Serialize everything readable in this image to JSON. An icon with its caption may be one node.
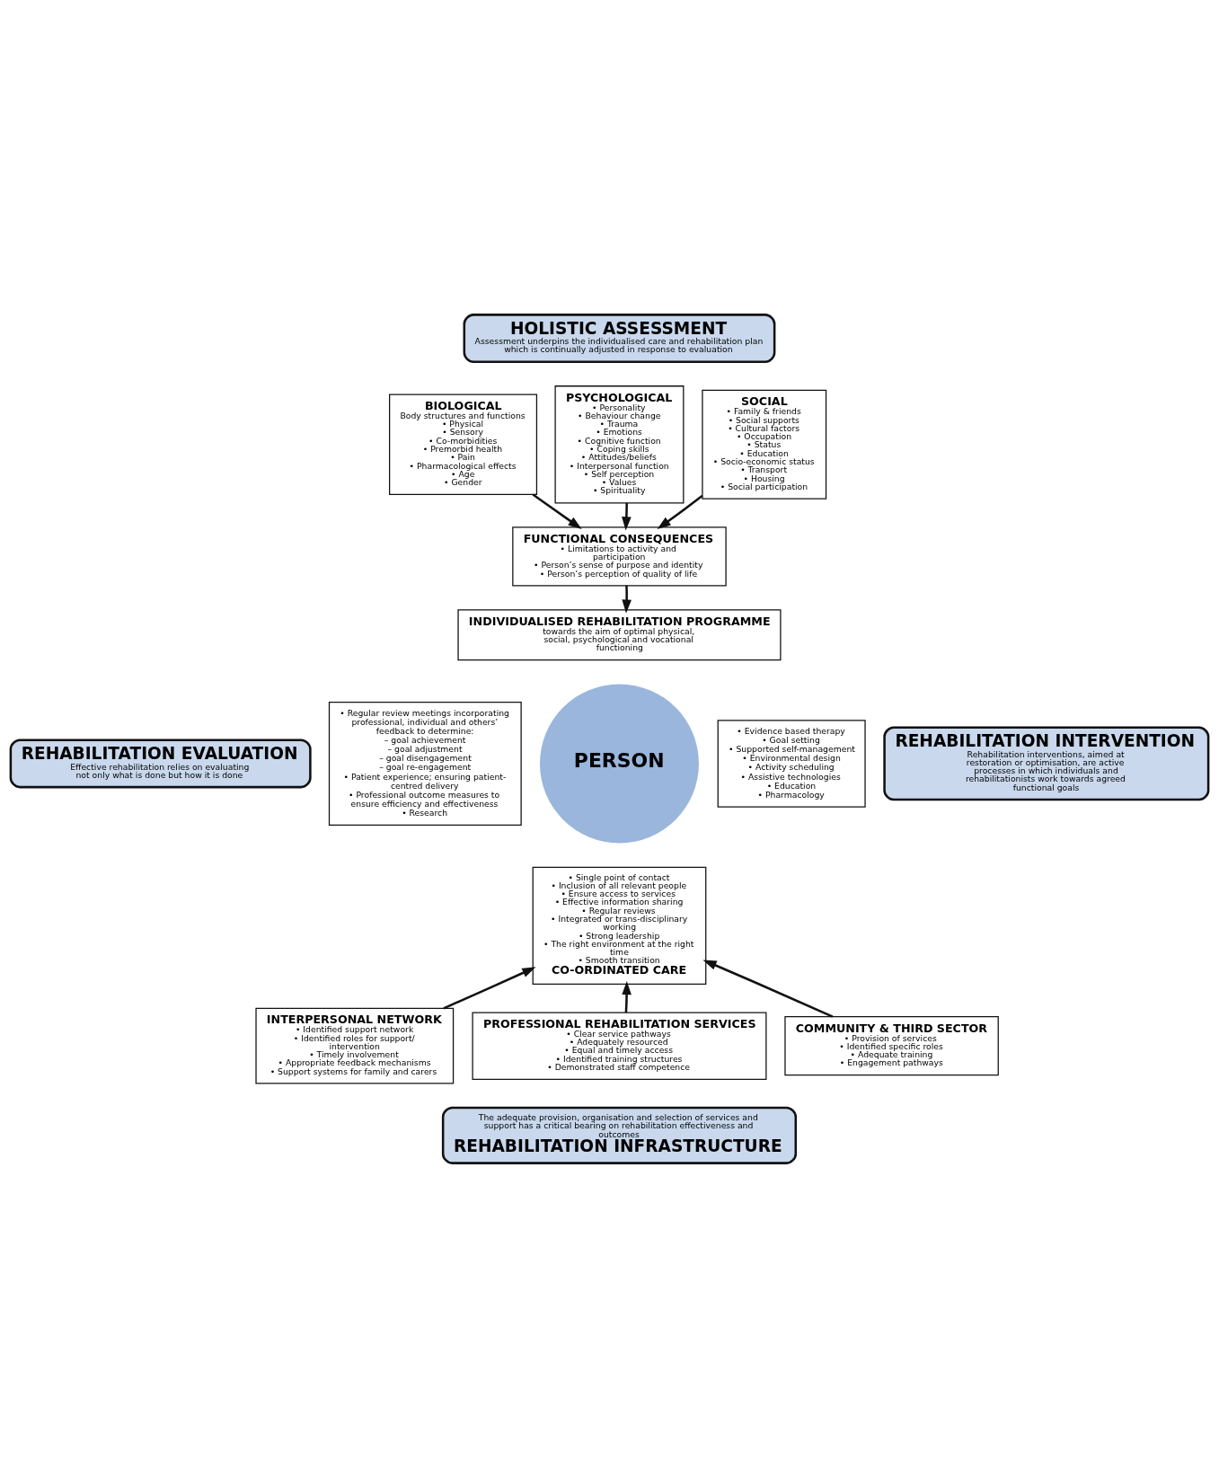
{
  "diagram": {
    "nodes": [
      {
        "text": [
          "HOLISTIC ASSESSMENT",
          "Assessment underpins the individualised care and rehabilitation plan which is continually adjusted in response to evaluation"
        ]
      },
      {
        "text": [
          "BIOLOGICAL",
          "Body structures and functions",
          "• Physical",
          "• Sensory",
          "• Co-morbidities",
          "• Premorbid health",
          "• Pain",
          "• Pharmacological effects",
          "• Age",
          "• Gender"
        ]
      },
      {
        "text": [
          "PSYCHOLOGICAL",
          "• Personality",
          "• Behaviour change",
          "• Trauma",
          "• Emotions",
          "• Cognitive function",
          "• Coping skills",
          "• Attitudes/beliefs",
          "• Interpersonal function",
          "• Self perception",
          "• Values",
          "• Spirituality"
        ]
      },
      {
        "text": [
          "SOCIAL",
          "• Family & friends",
          "• Social supports",
          "• Cultural factors",
          "• Occupation",
          "• Status",
          "• Education",
          "• Socio-economic status",
          "• Transport",
          "• Housing",
          "• Social participation"
        ]
      },
      {
        "text": [
          "FUNCTIONAL CONSEQUENCES",
          "• Limitations to activity and participation",
          "• Person’s sense of purpose and identity",
          "• Person’s perception of quality of life"
        ]
      },
      {
        "text": [
          "INDIVIDUALISED REHABILITATION PROGRAMME",
          "towards the aim of optimal physical, social, psychological and vocational functioning"
        ]
      },
      {
        "text": [
          "REHABILITATION EVALUATION",
          "Effective rehabilitation relies on evaluating not only what is done but how it is done"
        ]
      },
      {
        "text": [
          "• Regular review meetings incorporating professional, individual and others’ feedback to determine:",
          "– goal achievement",
          "– goal adjustment",
          "– goal disengagement",
          "– goal re-engagement",
          "• Patient experience; ensuring patient-centred delivery",
          "• Professional outcome measures to ensure efficiency and effectiveness",
          "• Research"
        ]
      },
      {
        "text": [
          "PERSON"
        ]
      },
      {
        "text": [
          "• Evidence based therapy",
          "• Goal setting",
          "• Supported self-management",
          "• Environmental design",
          "• Activity scheduling",
          "• Assistive technologies",
          "• Education",
          "• Pharmacology"
        ]
      },
      {
        "text": [
          "REHABILITATION INTERVENTION",
          "Rehabilitation interventions, aimed at restoration or optimisation, are active processes in which individuals and rehabilitationists work towards agreed functional goals"
        ]
      },
      {
        "text": [
          "• Single point of contact",
          "• Inclusion of all relevant people",
          "• Ensure access to services",
          "• Effective information sharing",
          "• Regular reviews",
          "• Integrated or trans-disciplinary working",
          "• Strong leadership",
          "• The right environment at the right time",
          "• Smooth transition",
          "CO-ORDINATED CARE"
        ]
      },
      {
        "text": [
          "INTERPERSONAL NETWORK",
          "• Identified support network",
          "• Identified roles for support/ intervention",
          "• Timely involvement",
          "• Appropriate feedback mechanisms",
          "• Support systems for family and carers"
        ]
      },
      {
        "text": [
          "PROFESSIONAL REHABILITATION SERVICES",
          "• Clear service pathways",
          "• Adequately resourced",
          "• Equal and timely access",
          "• Identified training structures",
          "• Demonstrated staff competence"
        ]
      },
      {
        "text": [
          "COMMUNITY & THIRD SECTOR",
          "• Provision of services",
          "• Identified specific roles",
          "• Adequate training",
          "• Engagement pathways"
        ]
      },
      {
        "text": [
          "The adequate provision, organisation and selection of services and support has a critical bearing on rehabilitation effectiveness and outcomes",
          "REHABILITATION INFRASTRUCTURE"
        ]
      }
    ],
    "edges": [
      {
        "from": 1,
        "to": 4,
        "arrow": "to"
      },
      {
        "from": 2,
        "to": 4,
        "arrow": "to"
      },
      {
        "from": 3,
        "to": 4,
        "arrow": "to"
      },
      {
        "from": 4,
        "to": 5,
        "arrow": "to"
      },
      {
        "from": 12,
        "to": 11,
        "arrow": "to"
      },
      {
        "from": 13,
        "to": 11,
        "arrow": "to"
      },
      {
        "from": 14,
        "to": 11,
        "arrow": "to"
      }
    ]
  }
}
